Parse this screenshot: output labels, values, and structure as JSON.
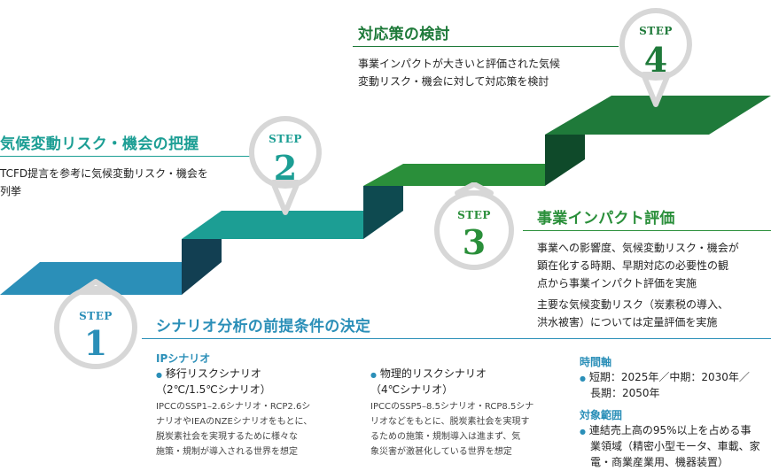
{
  "steps": [
    {
      "label": "STEP",
      "number": "1",
      "heading": "シナリオ分析の前提条件の決定",
      "color": "#2b8fb8"
    },
    {
      "label": "STEP",
      "number": "2",
      "heading": "気候変動リスク・機会の把握",
      "color": "#1c9e94",
      "desc": [
        "TCFD提言を参考に気候変動リスク・機会を",
        "列挙"
      ]
    },
    {
      "label": "STEP",
      "number": "3",
      "heading": "事業インパクト評価",
      "color": "#2a8f3a",
      "desc": [
        "事業への影響度、気候変動リスク・機会が",
        "顕在化する時期、早期対応の必要性の観",
        "点から事業インパクト評価を実施",
        "主要な気候変動リスク（炭素税の導入、",
        "洪水被害）については定量評価を実施"
      ]
    },
    {
      "label": "STEP",
      "number": "4",
      "heading": "対応策の検討",
      "color": "#1f7a3a",
      "desc": [
        "事業インパクトが大きいと評価された気候",
        "変動リスク・機会に対して対応策を検討"
      ]
    }
  ],
  "step1_detail": {
    "ip_title": "IPシナリオ",
    "transition": {
      "bullet": "●",
      "title": "移行リスクシナリオ",
      "sub": "（2℃/1.5℃シナリオ）",
      "lines": [
        "IPCCのSSP1–2.6シナリオ・RCP2.6シ",
        "ナリオやIEAのNZEシナリオをもとに、",
        "脱炭素社会を実現するために様々な",
        "施策・規制が導入される世界を想定"
      ]
    },
    "physical": {
      "bullet": "●",
      "title": "物理的リスクシナリオ",
      "sub": "（4℃シナリオ）",
      "lines": [
        "IPCCのSSP5–8.5シナリオ・RCP8.5シナ",
        "リオなどをもとに、脱炭素社会を実現す",
        "るための施策・規制導入は進まず、気",
        "象災害が激甚化している世界を想定"
      ]
    },
    "timeline_title": "時間軸",
    "timeline": [
      "短期：2025年／中期：2030年／",
      "長期：2050年"
    ],
    "scope_title": "対象範囲",
    "scope": [
      "連結売上高の95%以上を占める事",
      "業領域（精密小型モータ、車載、家",
      "電・商業産業用、機器装置）"
    ]
  },
  "colors": {
    "step1": "#2b8fb8",
    "step2": "#1c9e94",
    "step3": "#2a8f3a",
    "step4": "#1f7a3a",
    "dark_teal": "#123f52",
    "dark_green": "#0f4a2a",
    "pin_stroke": "#d7d7d7"
  }
}
